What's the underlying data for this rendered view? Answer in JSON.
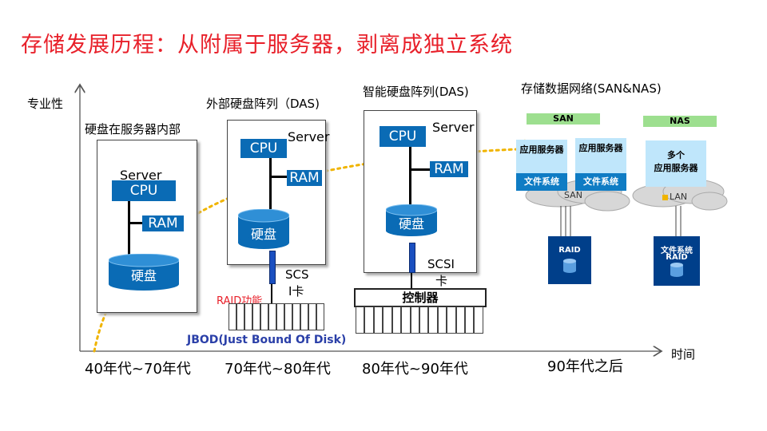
{
  "title": "存储发展历程：从附属于服务器，剥离成独立系统",
  "axis": {
    "y_label": "专业性",
    "x_label": "时间"
  },
  "eras": [
    "40年代~70年代",
    "70年代~80年代",
    "80年代~90年代",
    "90年代之后"
  ],
  "stage1": {
    "heading": "硬盘在服务器内部",
    "server": "Server",
    "cpu": "CPU",
    "ram": "RAM",
    "disk": "硬盘"
  },
  "stage2": {
    "heading": "外部硬盘阵列（DAS)",
    "server": "Server",
    "cpu": "CPU",
    "ram": "RAM",
    "disk": "硬盘",
    "card_line1": "SCS",
    "card_line2": "I卡",
    "raid_label": "RAID功能",
    "jbod": "JBOD(Just Bound Of Disk)"
  },
  "stage3": {
    "heading": "智能硬盘阵列(DAS)",
    "server": "Server",
    "cpu": "CPU",
    "ram": "RAM",
    "disk": "硬盘",
    "card_line1": "SCSI",
    "card_line2": "卡",
    "controller": "控制器"
  },
  "stage4": {
    "heading": "存储数据网络(SAN&NAS)",
    "san": "SAN",
    "nas": "NAS",
    "app_server": "应用服务器",
    "fs": "文件系统",
    "multi_line1": "多个",
    "multi_line2": "应用服务器",
    "san_cloud": "SAN",
    "lan_cloud": "LAN",
    "raid": "RAID",
    "nas_fs": "文件系统",
    "nas_raid": "RAID"
  },
  "colors": {
    "title": "#e8202a",
    "blue": "#0a6bb5",
    "trend": "#f0b400",
    "san_pill": "#9ddf8f",
    "dark_raid": "#003f8a"
  }
}
